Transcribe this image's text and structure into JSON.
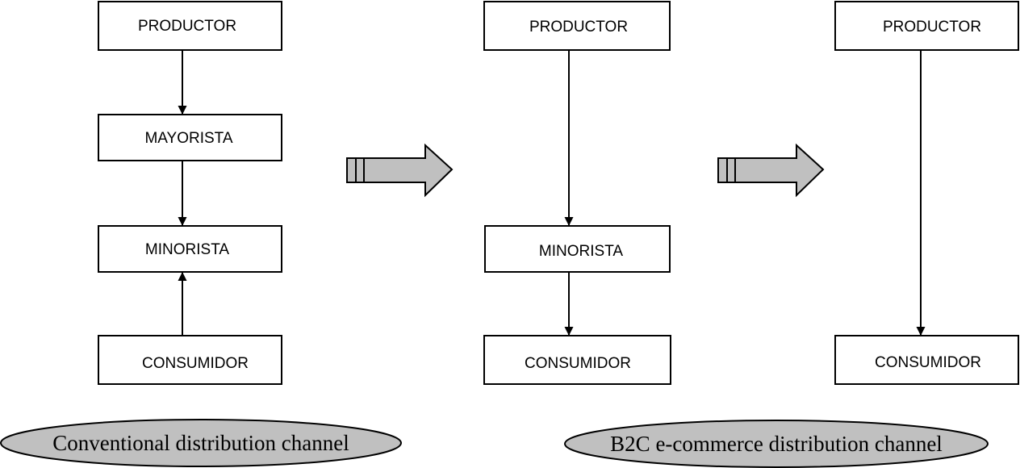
{
  "diagram": {
    "conventional": {
      "boxes": [
        "PRODUCTOR",
        "MAYORISTA",
        "MINORISTA",
        "CONSUMIDOR"
      ],
      "caption": "Conventional distribution channel"
    },
    "b2c_retail": {
      "boxes": [
        "PRODUCTOR",
        "MINORISTA",
        "CONSUMIDOR"
      ]
    },
    "b2c_direct": {
      "boxes": [
        "PRODUCTOR",
        "CONSUMIDOR"
      ]
    },
    "b2c_caption": "B2C e-commerce distribution channel"
  }
}
